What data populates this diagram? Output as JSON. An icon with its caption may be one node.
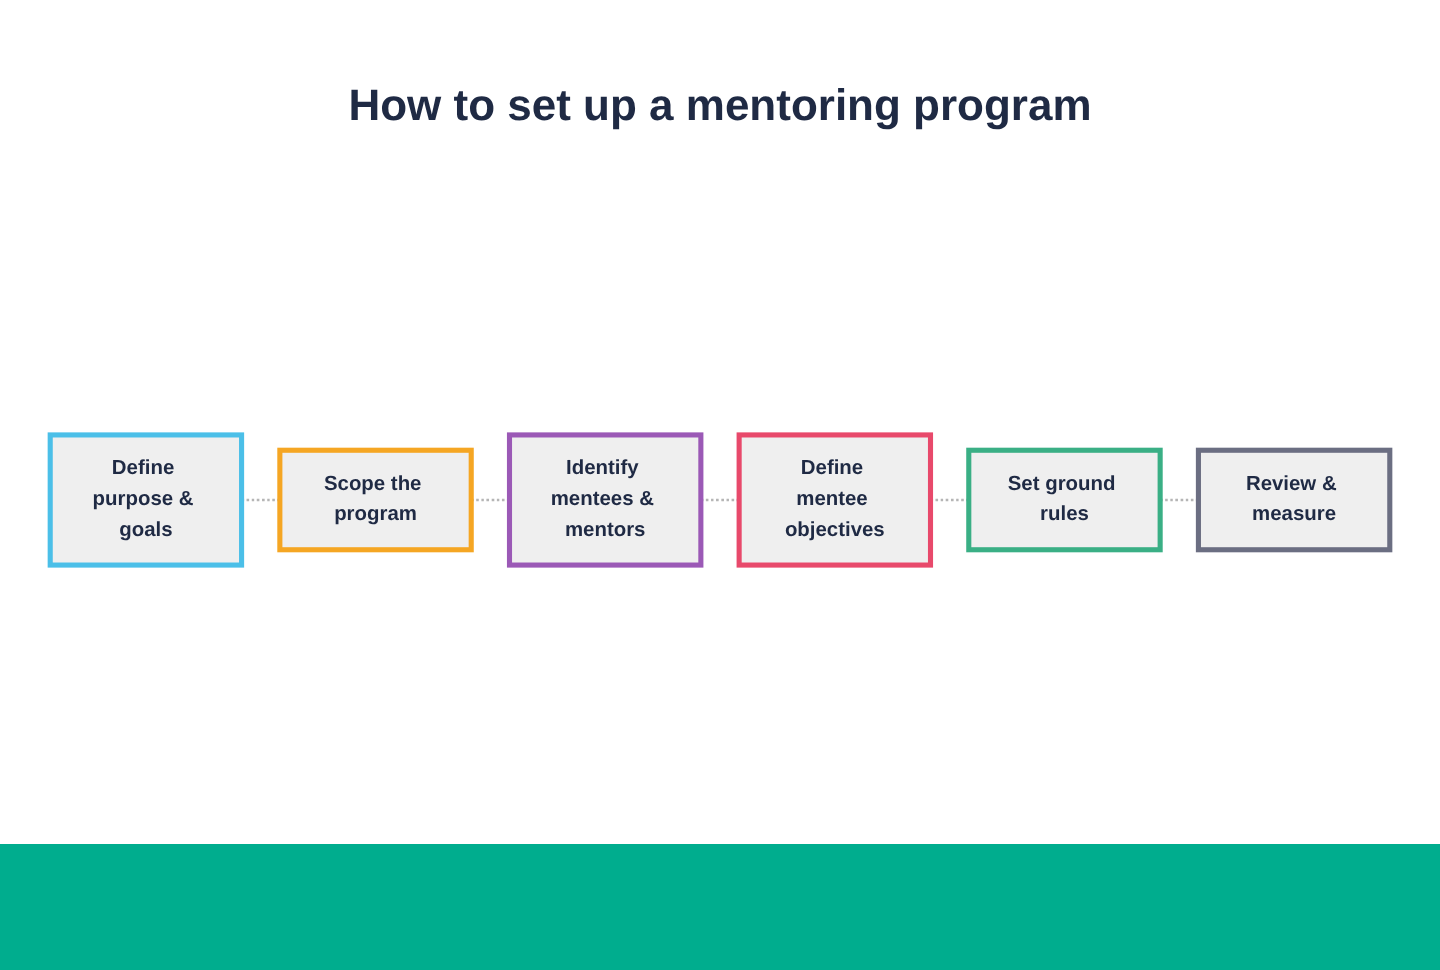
{
  "diagram": {
    "title": "How to set up a mentoring program",
    "nodes": [
      {
        "text": [
          "Define purpose & goals"
        ]
      },
      {
        "text": [
          "Scope the program"
        ]
      },
      {
        "text": [
          "Identify mentees & mentors"
        ]
      },
      {
        "text": [
          "Define mentee objectives"
        ]
      },
      {
        "text": [
          "Set ground rules"
        ]
      },
      {
        "text": [
          "Review & measure"
        ]
      }
    ],
    "edges": [
      {
        "from": 0,
        "to": 1,
        "arrow": "none",
        "style": "dashed"
      },
      {
        "from": 1,
        "to": 2,
        "arrow": "none",
        "style": "dashed"
      },
      {
        "from": 2,
        "to": 3,
        "arrow": "none",
        "style": "dashed"
      },
      {
        "from": 3,
        "to": 4,
        "arrow": "none",
        "style": "dashed"
      },
      {
        "from": 4,
        "to": 5,
        "arrow": "none",
        "style": "dashed"
      }
    ]
  }
}
